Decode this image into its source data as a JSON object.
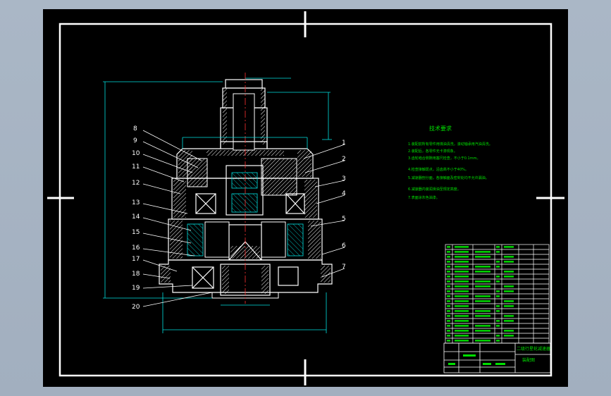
{
  "title_block": {
    "drawing_name": "二级行星轮减速器",
    "subtitle": "装配图"
  },
  "tech_requirements": {
    "heading": "技术要求",
    "items": [
      "1.装配前所有零件用煤油清洗，滚动轴承用汽油清洗。",
      "2.装配后，各零件无卡滞现象。",
      "3.齿轮啮合侧隙用塞尺检查，不小于0.1mm。",
      "4.检查接触斑点，沿齿高不小于40%。",
      "5.减速器剖分面，各接触面及密封处均不允许漏油。",
      "6.减速器内装润滑油至规定高度。",
      "7.表面涂灰色油漆。"
    ]
  },
  "part_labels_left": [
    "8",
    "9",
    "10",
    "11",
    "12",
    "13",
    "14",
    "15",
    "16",
    "17",
    "18",
    "19",
    "20"
  ],
  "part_labels_right": [
    "1",
    "2",
    "3",
    "4",
    "5",
    "6",
    "7"
  ],
  "colors": {
    "background": "#000000",
    "frame": "#ffffff",
    "dimension": "#00e0e0",
    "text": "#00e000",
    "part_line": "#ffffff",
    "hatch": "#ffffff",
    "center": "#ff3030"
  }
}
